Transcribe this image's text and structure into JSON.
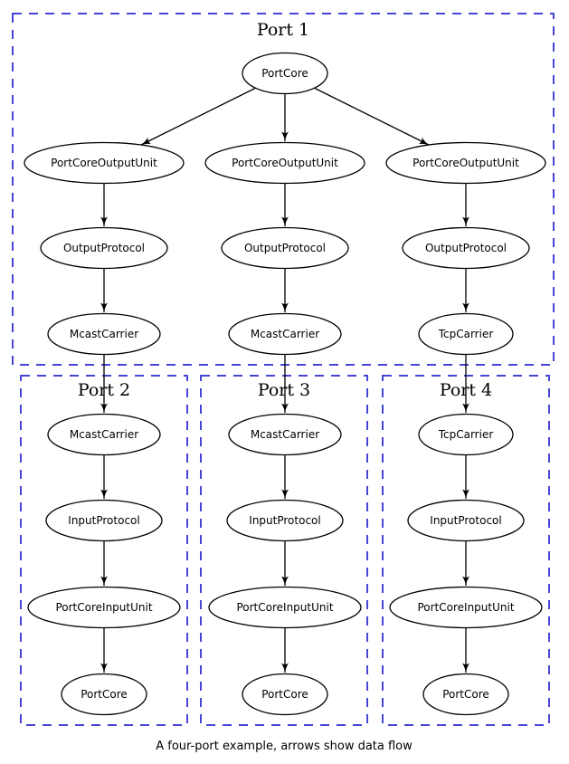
{
  "diagram": {
    "type": "directed-graph",
    "caption": "A four-port example, arrows show data flow",
    "colors": {
      "cluster_border": "#4646d6",
      "node_stroke": "#000000",
      "node_fill": "#ffffff",
      "edge": "#000000",
      "text": "#000000",
      "background": "#ffffff"
    },
    "clusters": [
      {
        "label": "Port 1"
      },
      {
        "label": "Port 2"
      },
      {
        "label": "Port 3"
      },
      {
        "label": "Port 4"
      }
    ],
    "nodes": [
      {
        "cluster": "Port 1",
        "label": "PortCore"
      },
      {
        "cluster": "Port 1",
        "label": "PortCoreOutputUnit"
      },
      {
        "cluster": "Port 1",
        "label": "PortCoreOutputUnit"
      },
      {
        "cluster": "Port 1",
        "label": "PortCoreOutputUnit"
      },
      {
        "cluster": "Port 1",
        "label": "OutputProtocol"
      },
      {
        "cluster": "Port 1",
        "label": "OutputProtocol"
      },
      {
        "cluster": "Port 1",
        "label": "OutputProtocol"
      },
      {
        "cluster": "Port 1",
        "label": "McastCarrier"
      },
      {
        "cluster": "Port 1",
        "label": "McastCarrier"
      },
      {
        "cluster": "Port 1",
        "label": "TcpCarrier"
      },
      {
        "cluster": "Port 2",
        "label": "McastCarrier"
      },
      {
        "cluster": "Port 3",
        "label": "McastCarrier"
      },
      {
        "cluster": "Port 4",
        "label": "TcpCarrier"
      },
      {
        "cluster": "Port 2",
        "label": "InputProtocol"
      },
      {
        "cluster": "Port 3",
        "label": "InputProtocol"
      },
      {
        "cluster": "Port 4",
        "label": "InputProtocol"
      },
      {
        "cluster": "Port 2",
        "label": "PortCoreInputUnit"
      },
      {
        "cluster": "Port 3",
        "label": "PortCoreInputUnit"
      },
      {
        "cluster": "Port 4",
        "label": "PortCoreInputUnit"
      },
      {
        "cluster": "Port 2",
        "label": "PortCore"
      },
      {
        "cluster": "Port 3",
        "label": "PortCore"
      },
      {
        "cluster": "Port 4",
        "label": "PortCore"
      }
    ],
    "edges": [
      {
        "from": 0,
        "to": 1
      },
      {
        "from": 0,
        "to": 2
      },
      {
        "from": 0,
        "to": 3
      },
      {
        "from": 1,
        "to": 4
      },
      {
        "from": 2,
        "to": 5
      },
      {
        "from": 3,
        "to": 6
      },
      {
        "from": 4,
        "to": 7
      },
      {
        "from": 5,
        "to": 8
      },
      {
        "from": 6,
        "to": 9
      },
      {
        "from": 7,
        "to": 10
      },
      {
        "from": 8,
        "to": 11
      },
      {
        "from": 9,
        "to": 12
      },
      {
        "from": 10,
        "to": 13
      },
      {
        "from": 11,
        "to": 14
      },
      {
        "from": 12,
        "to": 15
      },
      {
        "from": 13,
        "to": 16
      },
      {
        "from": 14,
        "to": 17
      },
      {
        "from": 15,
        "to": 18
      },
      {
        "from": 16,
        "to": 19
      },
      {
        "from": 17,
        "to": 20
      },
      {
        "from": 18,
        "to": 21
      }
    ]
  }
}
